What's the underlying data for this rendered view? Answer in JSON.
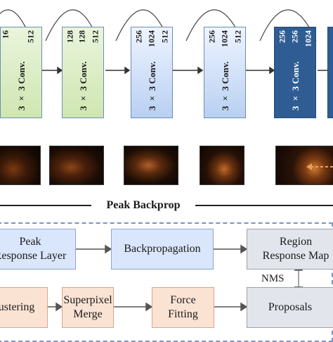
{
  "conv_blocks": [
    {
      "channels": [
        "16",
        "512"
      ],
      "label": "3 × 3 Conv."
    },
    {
      "channels": [
        "128",
        "128",
        "512"
      ],
      "label": "3 × 3 Conv."
    },
    {
      "channels": [
        "256",
        "1024",
        "512"
      ],
      "label": "3 × 3 Conv."
    },
    {
      "channels": [
        "256",
        "1024",
        "512"
      ],
      "label": "3 × 3 Conv."
    },
    {
      "channels": [
        "256",
        "256",
        "1024"
      ],
      "label": "3 × 3 Conv."
    }
  ],
  "section_title": "Peak Backprop",
  "flow": {
    "peak_response_layer": "Peak\nResponse Layer",
    "backpropagation": "Backpropagation",
    "region_response_map": "Region\nResponse Map",
    "nms": "NMS",
    "clustering": "Clustering",
    "superpixel_merge": "Superpixel\nMerge",
    "force_fitting": "Force\nFitting",
    "proposals": "Proposals"
  },
  "colors": {
    "green_block": "#cfe6b1",
    "blue_block": "#b9d0f2",
    "dark_block": "#2f5d93",
    "accent_arrow": "#e8a060"
  }
}
